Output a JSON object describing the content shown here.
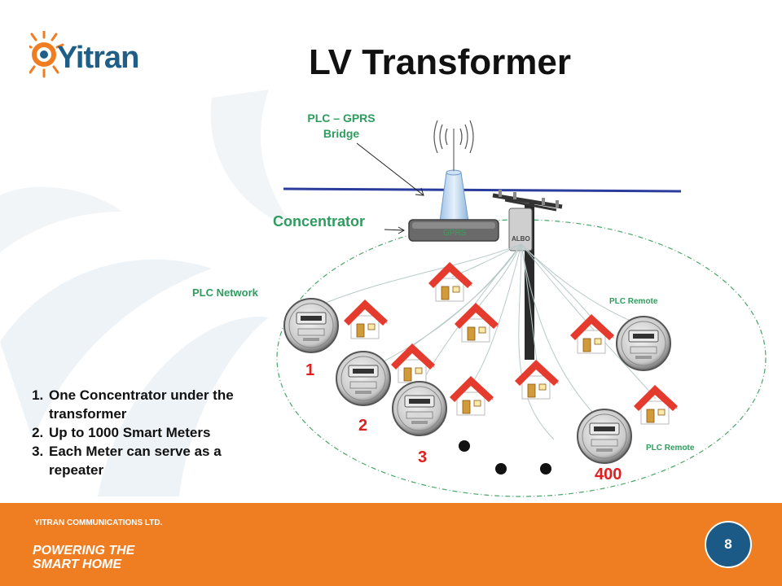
{
  "header": {
    "logo_text": "Yitran",
    "title": "LV Transformer"
  },
  "diagram": {
    "bridge_label_line1": "PLC – GPRS",
    "bridge_label_line2": "Bridge",
    "concentrator_label": "Concentrator",
    "concentrator_device_text": "GPRS",
    "plc_network_label": "PLC Network",
    "plc_remote_label_1": "PLC Remote",
    "plc_remote_label_2": "PLC Remote",
    "meter_numbers": [
      "1",
      "2",
      "3",
      "400"
    ],
    "pole_label": "ALBO"
  },
  "points": [
    "One Concentrator under the transformer",
    "Up to 1000 Smart Meters",
    "Each Meter can serve as a repeater"
  ],
  "footer": {
    "company": "YITRAN COMMUNICATIONS LTD.",
    "tagline_line1": "POWERING THE",
    "tagline_line2": "SMART HOME",
    "page_number": "8"
  },
  "colors": {
    "orange": "#ef7d22",
    "navy": "#1b5a86",
    "label_green": "#2e9c5e",
    "number_red": "#e02020",
    "house_roof": "#d81e27"
  }
}
